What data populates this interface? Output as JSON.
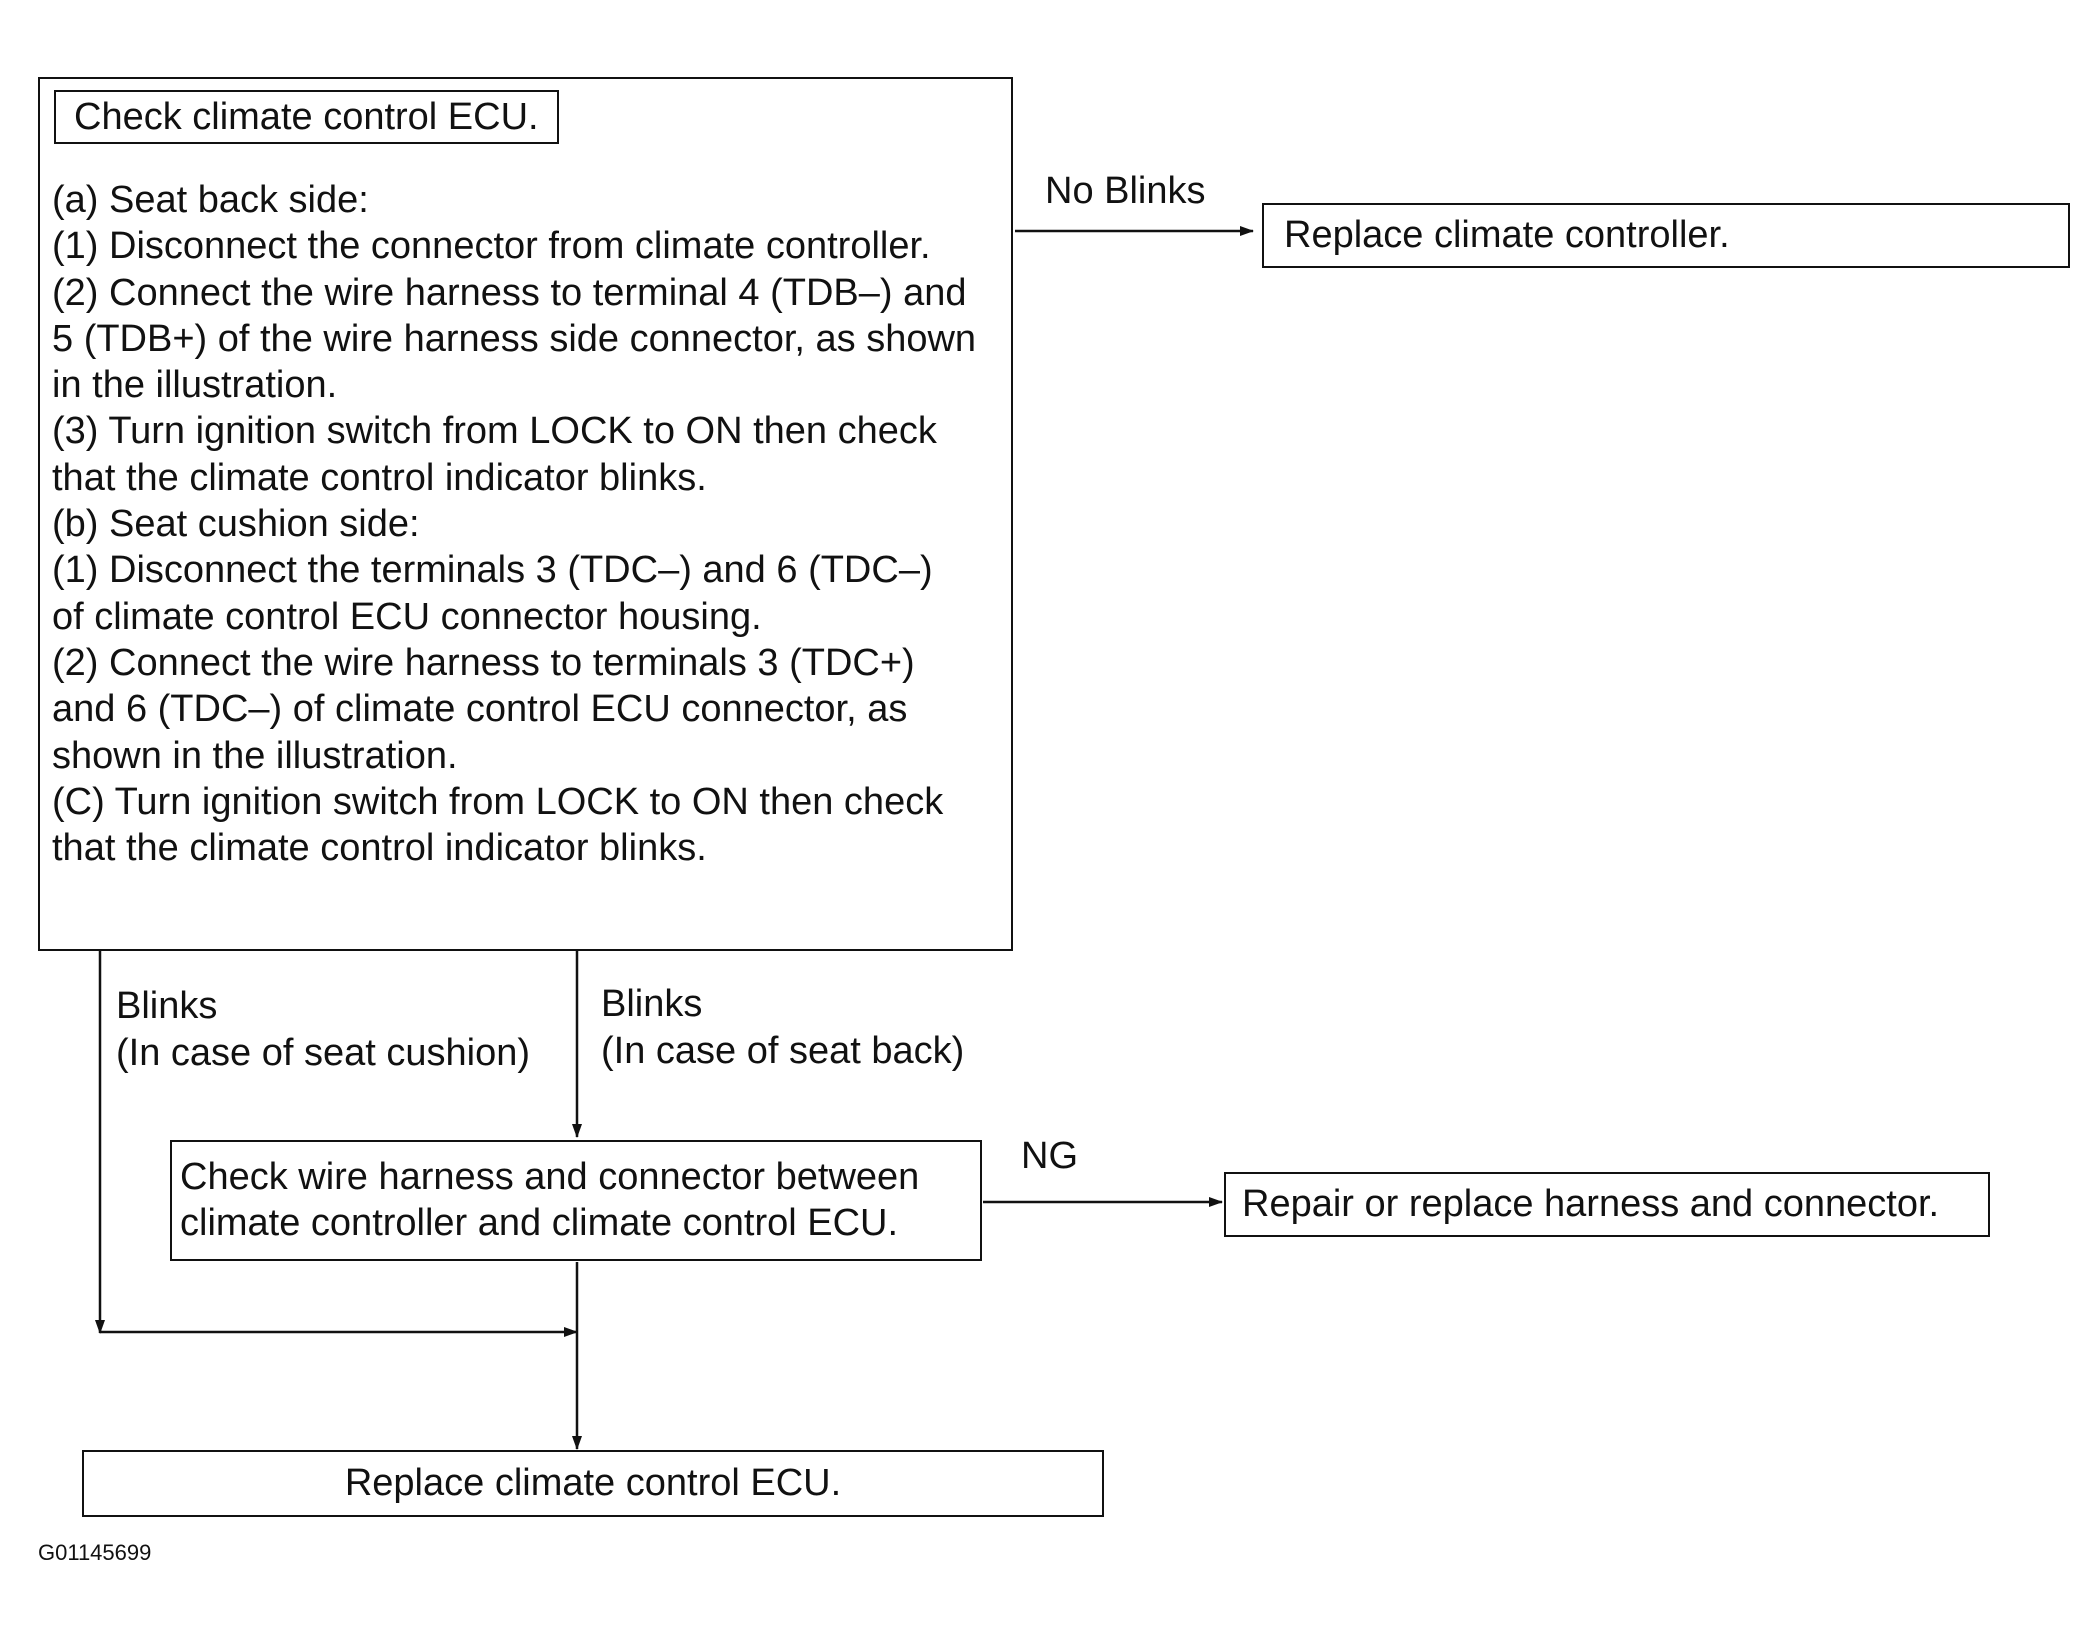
{
  "main_step": {
    "title": "Check climate control ECU.",
    "lines": [
      "(a)   Seat back side:",
      "(1) Disconnect the connector from climate controller.",
      "(2) Connect the wire harness to terminal 4 (TDB–) and",
      "5 (TDB+) of the wire harness side connector, as shown",
      "in the illustration.",
      "(3) Turn ignition switch from LOCK to ON then check",
      "that the climate control indicator blinks.",
      "(b)   Seat cushion side:",
      "(1) Disconnect the terminals 3 (TDC–) and 6 (TDC–)",
      "of climate control ECU connector housing.",
      "(2) Connect the wire harness to terminals 3 (TDC+)",
      " and 6 (TDC–) of climate control ECU connector, as",
      "shown in the illustration.",
      "(C)   Turn ignition switch from LOCK to ON then check",
      "that the climate control indicator blinks."
    ]
  },
  "labels": {
    "no_blinks": "No Blinks",
    "blinks_cushion": "Blinks",
    "blinks_cushion_case": "(In case of seat cushion)",
    "blinks_back": "Blinks",
    "blinks_back_case": "(In case of seat back)",
    "ng": "NG"
  },
  "boxes": {
    "replace_controller": "Replace climate controller.",
    "check_harness_line1": "Check wire harness and connector between",
    "check_harness_line2": "climate controller and climate control ECU.",
    "repair_harness": "Repair or replace harness and connector.",
    "replace_ecu": "Replace climate control ECU."
  },
  "figure_id": "G01145699"
}
